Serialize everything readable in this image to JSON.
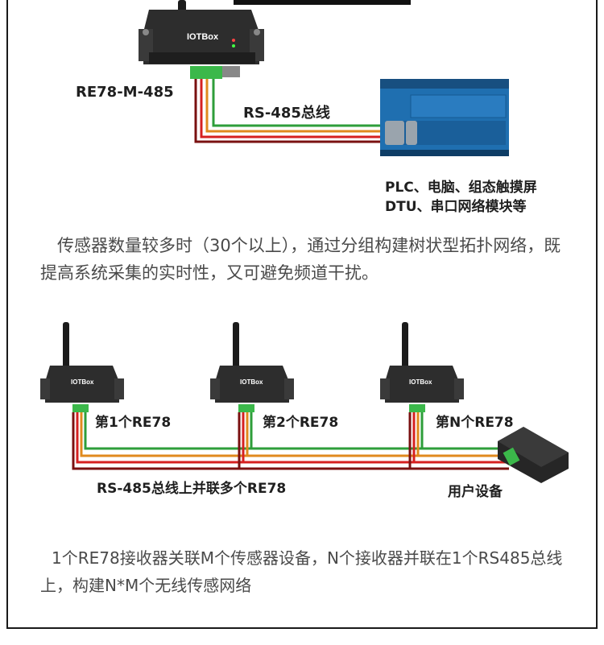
{
  "top_device_label": "RE78-M-485",
  "bus_label_top": "RS-485总线",
  "plc_caption_line1": "PLC、电脑、组态触摸屏",
  "plc_caption_line2": "DTU、串口网络模块等",
  "paragraph1": "传感器数量较多时（30个以上），通过分组构建树状型拓扑网络，既提高系统采集的实时性，又可避免频道干扰。",
  "devices_bottom": [
    {
      "label": "第1个RE78"
    },
    {
      "label": "第2个RE78"
    },
    {
      "label": "第N个RE78"
    }
  ],
  "device_brand": "IOTBox",
  "bus_label_bottom": "RS-485总线上并联多个RE78",
  "user_device_label": "用户设备",
  "paragraph2": "1个RE78接收器关联M个传感器设备，N个接收器并联在1个RS485总线上，构建N*M个无线传感网络",
  "colors": {
    "wire_green": "#2e9e3a",
    "wire_orange": "#e08a1e",
    "wire_red": "#d62020",
    "wire_dark": "#7a1010",
    "device_body": "#2b2b2b",
    "plc_blue": "#1f6fb0"
  }
}
